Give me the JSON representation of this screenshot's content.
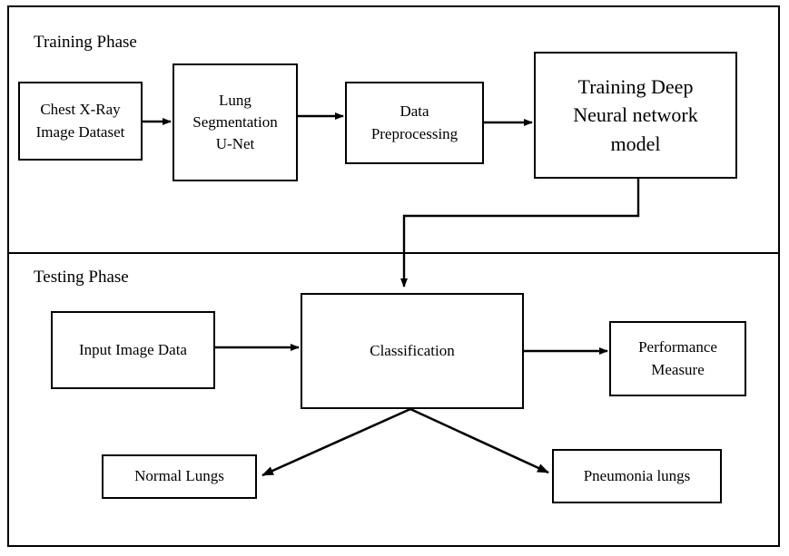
{
  "diagram": {
    "title": "Deep learning pneumonia detection pipeline flowchart",
    "background_color": "#ffffff",
    "stroke_color": "#000000",
    "phases": [
      {
        "id": "training",
        "label": "Training Phase"
      },
      {
        "id": "testing",
        "label": "Testing Phase"
      }
    ],
    "nodes": {
      "dataset": {
        "lines": [
          "Chest X-Ray",
          "Image Dataset"
        ]
      },
      "segmentation": {
        "lines": [
          "Lung",
          "Segmentation",
          "U-Net"
        ]
      },
      "preprocessing": {
        "lines": [
          "Data",
          "Preprocessing"
        ]
      },
      "training_model": {
        "lines": [
          "Training Deep",
          "Neural network",
          "model"
        ]
      },
      "input_image": {
        "lines": [
          "Input Image Data"
        ]
      },
      "classification": {
        "lines": [
          "Classification"
        ]
      },
      "performance": {
        "lines": [
          "Performance",
          "Measure"
        ]
      },
      "normal_lungs": {
        "lines": [
          "Normal Lungs"
        ]
      },
      "pneumonia_lungs": {
        "lines": [
          "Pneumonia lungs"
        ]
      }
    },
    "edges": [
      {
        "id": "dataset-to-segmentation",
        "from": "dataset",
        "to": "segmentation",
        "style": "straight-arrow",
        "label": ""
      },
      {
        "id": "segmentation-to-preprocessing",
        "from": "segmentation",
        "to": "preprocessing",
        "style": "straight-arrow",
        "label": ""
      },
      {
        "id": "preprocessing-to-training",
        "from": "preprocessing",
        "to": "training_model",
        "style": "straight-arrow",
        "label": ""
      },
      {
        "id": "training-to-classification",
        "from": "training_model",
        "to": "classification",
        "style": "orthogonal-arrow",
        "label": ""
      },
      {
        "id": "input-to-classification",
        "from": "input_image",
        "to": "classification",
        "style": "straight-arrow",
        "label": ""
      },
      {
        "id": "classification-to-performance",
        "from": "classification",
        "to": "performance",
        "style": "straight-arrow",
        "label": ""
      },
      {
        "id": "classification-to-normal",
        "from": "classification",
        "to": "normal_lungs",
        "style": "diagonal-arrow",
        "label": ""
      },
      {
        "id": "classification-to-pneumonia",
        "from": "classification",
        "to": "pneumonia_lungs",
        "style": "diagonal-arrow",
        "label": ""
      }
    ]
  }
}
